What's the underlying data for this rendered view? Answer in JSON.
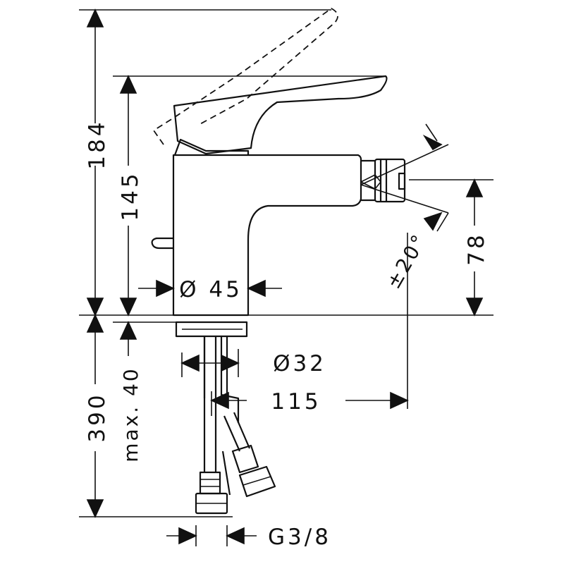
{
  "dimensions": {
    "total_height": "184",
    "body_height": "145",
    "body_diameter": "Ø 45",
    "spout_height": "78",
    "spray_angle": "±20°",
    "below_deck_length": "390",
    "max_deck_thickness": "max. 40",
    "mounting_diameter": "Ø32",
    "spout_reach": "115",
    "connection_thread": "G3/8"
  },
  "colors": {
    "line": "#111111",
    "background": "#ffffff"
  }
}
